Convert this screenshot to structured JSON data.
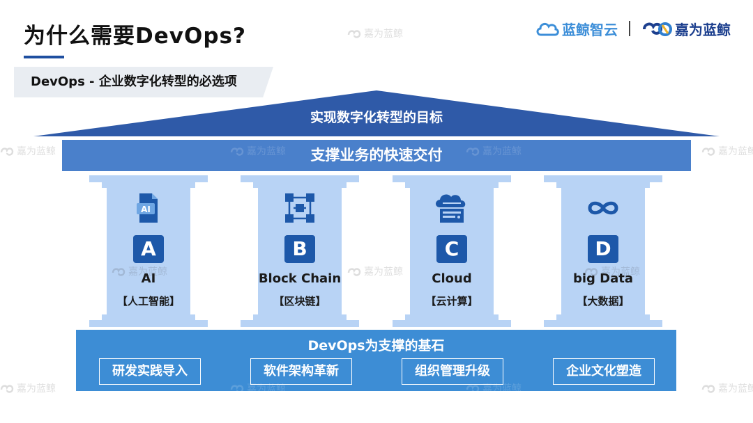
{
  "header": {
    "title": "为什么需要DevOps?",
    "subtitle": "DevOps - 企业数字化转型的必选项"
  },
  "logos": {
    "brand_a": "蓝鲸智云",
    "brand_b": "嘉为蓝鲸"
  },
  "watermark_text": "嘉为蓝鲸",
  "diagram": {
    "roof": "实现数字化转型的目标",
    "beam": "支撑业务的快速交付",
    "pillars": [
      {
        "letter": "A",
        "name": "AI",
        "cn": "【人工智能】",
        "icon": "ai-chip-icon"
      },
      {
        "letter": "B",
        "name": "Block Chain",
        "cn": "【区块链】",
        "icon": "blockchain-icon"
      },
      {
        "letter": "C",
        "name": "Cloud",
        "cn": "【云计算】",
        "icon": "cloud-server-icon"
      },
      {
        "letter": "D",
        "name": "big Data",
        "cn": "【大数据】",
        "icon": "infinity-icon"
      }
    ],
    "base": {
      "title": "DevOps为支撑的基石",
      "items": [
        "研发实践导入",
        "软件架构革新",
        "组织管理升级",
        "企业文化塑造"
      ]
    }
  },
  "colors": {
    "roof": "#2f5aa8",
    "beam": "#4a80cb",
    "pillar": "#b8d3f5",
    "badge": "#1d58a9",
    "base": "#3d8dd5"
  }
}
